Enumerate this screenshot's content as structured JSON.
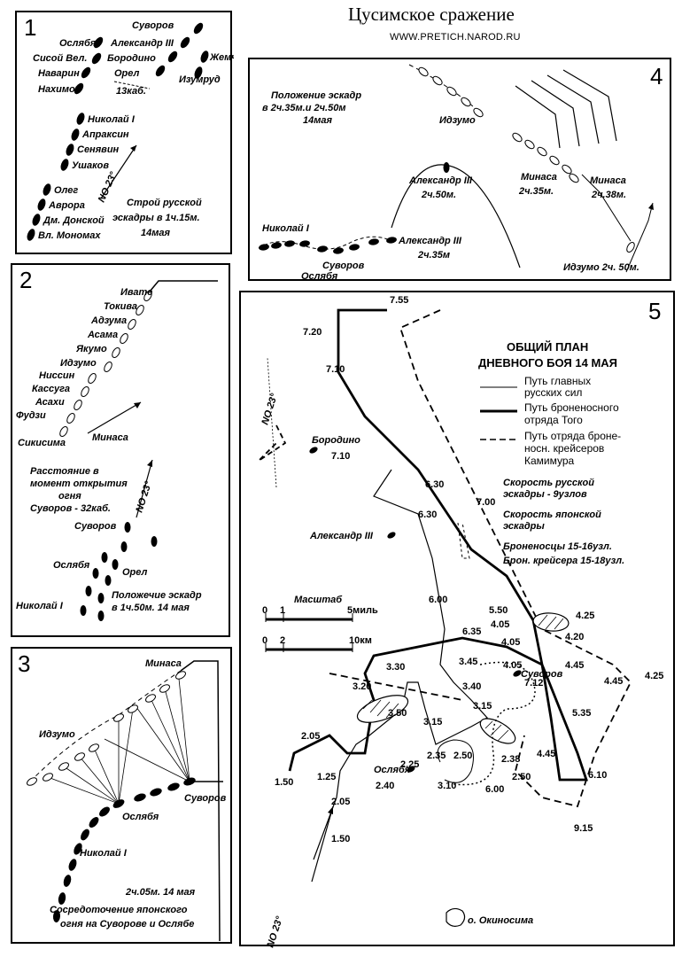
{
  "header": {
    "title": "Цусимское сражение",
    "url": "WWW.PRETICH.NAROD.RU"
  },
  "panel1": {
    "number": "1",
    "ships_japanese": [
      "Суворов",
      "Ослябя",
      "Александр III",
      "Сисой Вел.",
      "Бородино",
      "Наварин",
      "Орел",
      "Нахимов",
      "Жемчуг",
      "Изумруд"
    ],
    "ships_rear": [
      "Николай I",
      "Апраксин",
      "Сенявин",
      "Ушаков",
      "Олег",
      "Аврора",
      "Дм. Донской",
      "Вл. Мономах"
    ],
    "distance": "13каб.",
    "bearing": "NO 23°",
    "caption": [
      "Строй русской",
      "эскадры в 1ч.15м.",
      "14мая"
    ]
  },
  "panel2": {
    "number": "2",
    "japanese_ships": [
      "Ивате",
      "Токива",
      "Адзума",
      "Асама",
      "Якумо",
      "Идзумо",
      "Ниссин",
      "Кассуга",
      "Асахи",
      "Фудзи",
      "Сикисима",
      "Минаса"
    ],
    "russian_ships": [
      "Суворов",
      "Ослябя",
      "Орел",
      "Николай I"
    ],
    "bearing": "NO 23°",
    "note": [
      "Расстояние в",
      "момент открытия",
      "огня",
      "Суворов - 32каб."
    ],
    "caption": [
      "Положечие эскадр",
      "в 1ч.50м. 14 мая"
    ]
  },
  "panel3": {
    "number": "3",
    "labels": [
      "Минаса",
      "Идзумо",
      "Суворов",
      "Ослябя",
      "Николай I"
    ],
    "time": "2ч.05м. 14 мая",
    "caption": [
      "Сосредоточение японского",
      "огня на Суворове и Ослябе"
    ]
  },
  "panel4": {
    "number": "4",
    "title": [
      "Положение эскадр",
      "в 2ч.35м.и 2ч.50м",
      "14мая"
    ],
    "labels": {
      "izumo_top": "Идзумо",
      "minasa_a": "Минаса",
      "minasa_a_time": "2ч.35м.",
      "minasa_b": "Минаса",
      "minasa_b_time": "2ч.38м.",
      "alex_a": "Александр III",
      "alex_a_time": "2ч.50м.",
      "alex_b": "Александр III",
      "alex_b_time": "2ч.35м",
      "nikolai": "Николай I",
      "suvorov": "Суворов",
      "oslyabya": "Ослябя",
      "izumo_bottom": "Идзумо 2ч. 50м."
    }
  },
  "panel5": {
    "number": "5",
    "legend_title": [
      "ОБЩИЙ ПЛАН",
      "ДНЕВНОГО БОЯ 14 МАЯ"
    ],
    "legend_items": [
      {
        "text": [
          "Путь главных",
          "русских сил"
        ],
        "style": "thin"
      },
      {
        "text": [
          "Путь броненосного",
          "отряда Того"
        ],
        "style": "thick"
      },
      {
        "text": [
          "Путь отряда броне-",
          "носн. крейсеров",
          "Камимура"
        ],
        "style": "dashed"
      }
    ],
    "speed_notes": [
      "Скорость русской",
      "эскадры - 9узлов",
      "Скорость японской",
      "эскадры",
      "Броненосцы 15-16узл.",
      "Брон. крейсера 15-18узл."
    ],
    "scale": {
      "title": "Масштаб",
      "miles_label": "5миль",
      "km_label": "10км",
      "ticks_miles": [
        "0",
        "1"
      ],
      "ticks_km": [
        "0",
        "2"
      ]
    },
    "bearing": "NO 23°",
    "island": "о. Окиносима",
    "ship_labels": [
      "Бородино",
      "Александр III",
      "Суворов",
      "Ослябя"
    ],
    "times": [
      "7.55",
      "7.20",
      "7.10",
      "7.10",
      "6.30",
      "6.30",
      "7.00",
      "6.00",
      "5.50",
      "4.25",
      "4.05",
      "4.20",
      "4.05",
      "6.35",
      "4.05",
      "4.45",
      "4.25",
      "4.45",
      "3.30",
      "3.45",
      "7.12",
      "3.20",
      "3.40",
      "3.15",
      "3.50",
      "5.35",
      "2.05",
      "3.15",
      "2.35",
      "2.50",
      "2.38",
      "4.45",
      "1.50",
      "1.25",
      "2.25",
      "2.50",
      "6.00",
      "6.10",
      "3.10",
      "2.40",
      "2.05",
      "9.15",
      "1.50"
    ]
  }
}
